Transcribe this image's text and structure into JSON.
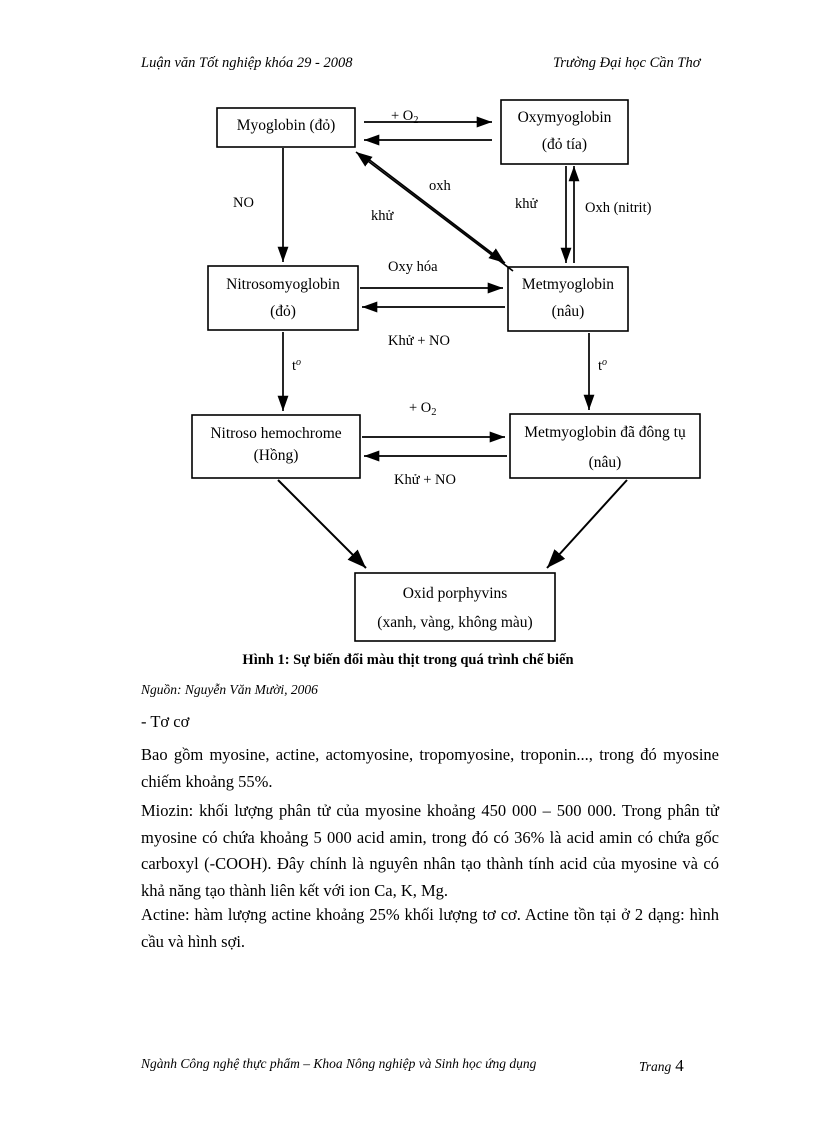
{
  "header": {
    "left": "Luận văn Tốt nghiệp khóa 29 - 2008",
    "right": "Trường Đại học Cần Thơ"
  },
  "footer": {
    "left": "Ngành Công nghệ thực phẩm – Khoa Nông nghiệp và Sinh học ứng dụng",
    "right_label": "Trang",
    "page_number": "4"
  },
  "figure": {
    "caption": "Hình 1:  Sự biến đổi màu thịt trong quá trình chế biến",
    "source": "Nguồn: Nguyễn Văn Mười, 2006",
    "nodes": [
      {
        "id": "myoglobin",
        "line1": "Myoglobin (đỏ)",
        "line2": ""
      },
      {
        "id": "oxymyoglobin",
        "line1": "Oxymyoglobin",
        "line2": "(đỏ tía)"
      },
      {
        "id": "nitrosomyoglobin",
        "line1": "Nitrosomyoglobin",
        "line2": "(đỏ)"
      },
      {
        "id": "metmyoglobin",
        "line1": "Metmyoglobin",
        "line2": "(nâu)"
      },
      {
        "id": "nitroso-hemochrome",
        "line1": "Nitroso hemochrome",
        "line2": "(Hồng)"
      },
      {
        "id": "metmyoglobin-coag",
        "line1": "Metmyoglobin đã đông tụ",
        "line2": "(nâu)"
      },
      {
        "id": "oxid-porphyvins",
        "line1": "Oxid porphyvins",
        "line2": "(xanh, vàng, không màu)"
      }
    ],
    "edge_labels": {
      "add_o2_top": "+ O",
      "add_o2_top_sub": "2",
      "oxh": "oxh",
      "khu_diag": "khử",
      "no": "NO",
      "khu_vert": "khử",
      "oxh_nitrit": "Oxh (nitrit)",
      "oxy_hoa": "Oxy hóa",
      "khu_no_mid": "Khử + NO",
      "t_left": "t",
      "t_left_sup": "o",
      "t_right": "t",
      "t_right_sup": "o",
      "add_o2_bottom": "+ O",
      "add_o2_bottom_sub": "2",
      "khu_no_bottom": "Khử + NO"
    }
  },
  "body": {
    "p1": "- Tơ cơ",
    "p2": "Bao gồm myosine, actine, actomyosine, tropomyosine, troponin..., trong đó myosine chiếm khoảng 55%.",
    "p3": "Miozin: khối lượng phân tử của myosine khoảng 450 000 – 500 000. Trong phân tử myosine có chứa khoảng 5 000 acid amin, trong đó có 36% là acid amin có chứa gốc carboxyl (-COOH). Đây chính là nguyên nhân tạo thành tính acid của myosine và có khả năng tạo thành liên kết với ion Ca, K, Mg.",
    "p4": "Actine: hàm lượng actine khoảng 25% khối lượng tơ cơ. Actine tồn tại ở 2 dạng: hình cầu  và hình sợi."
  },
  "colors": {
    "ink": "#000000",
    "paper": "#ffffff"
  }
}
